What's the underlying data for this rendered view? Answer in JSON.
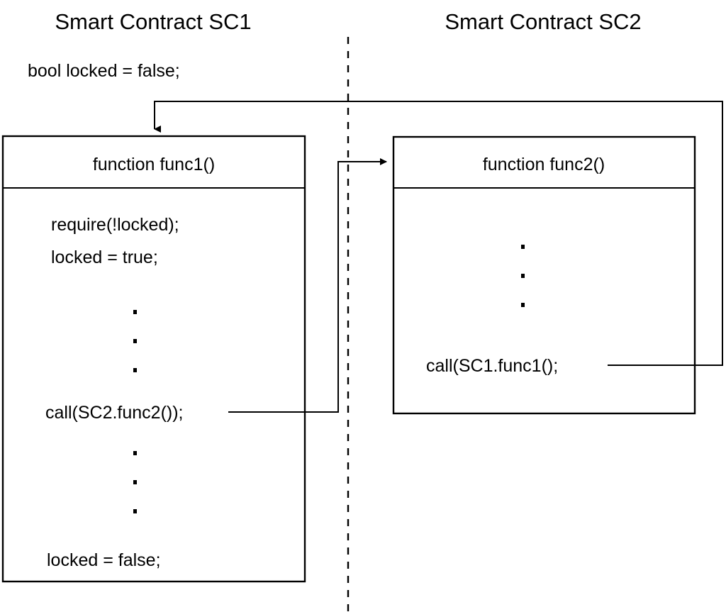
{
  "diagram": {
    "title_left": "Smart Contract SC1",
    "title_right": "Smart Contract SC2",
    "state_variable": "bool locked = false;",
    "left_contract": {
      "function_header": "function func1()",
      "statements": [
        "require(!locked);",
        "locked = true;",
        "call(SC2.func2());",
        "locked = false;"
      ],
      "ellipsis_glyph": "."
    },
    "right_contract": {
      "function_header": "function func2()",
      "statements": [
        "call(SC1.func1();"
      ],
      "ellipsis_glyph": "."
    },
    "colors": {
      "stroke": "#000000",
      "background": "#ffffff",
      "text": "#000000"
    }
  }
}
